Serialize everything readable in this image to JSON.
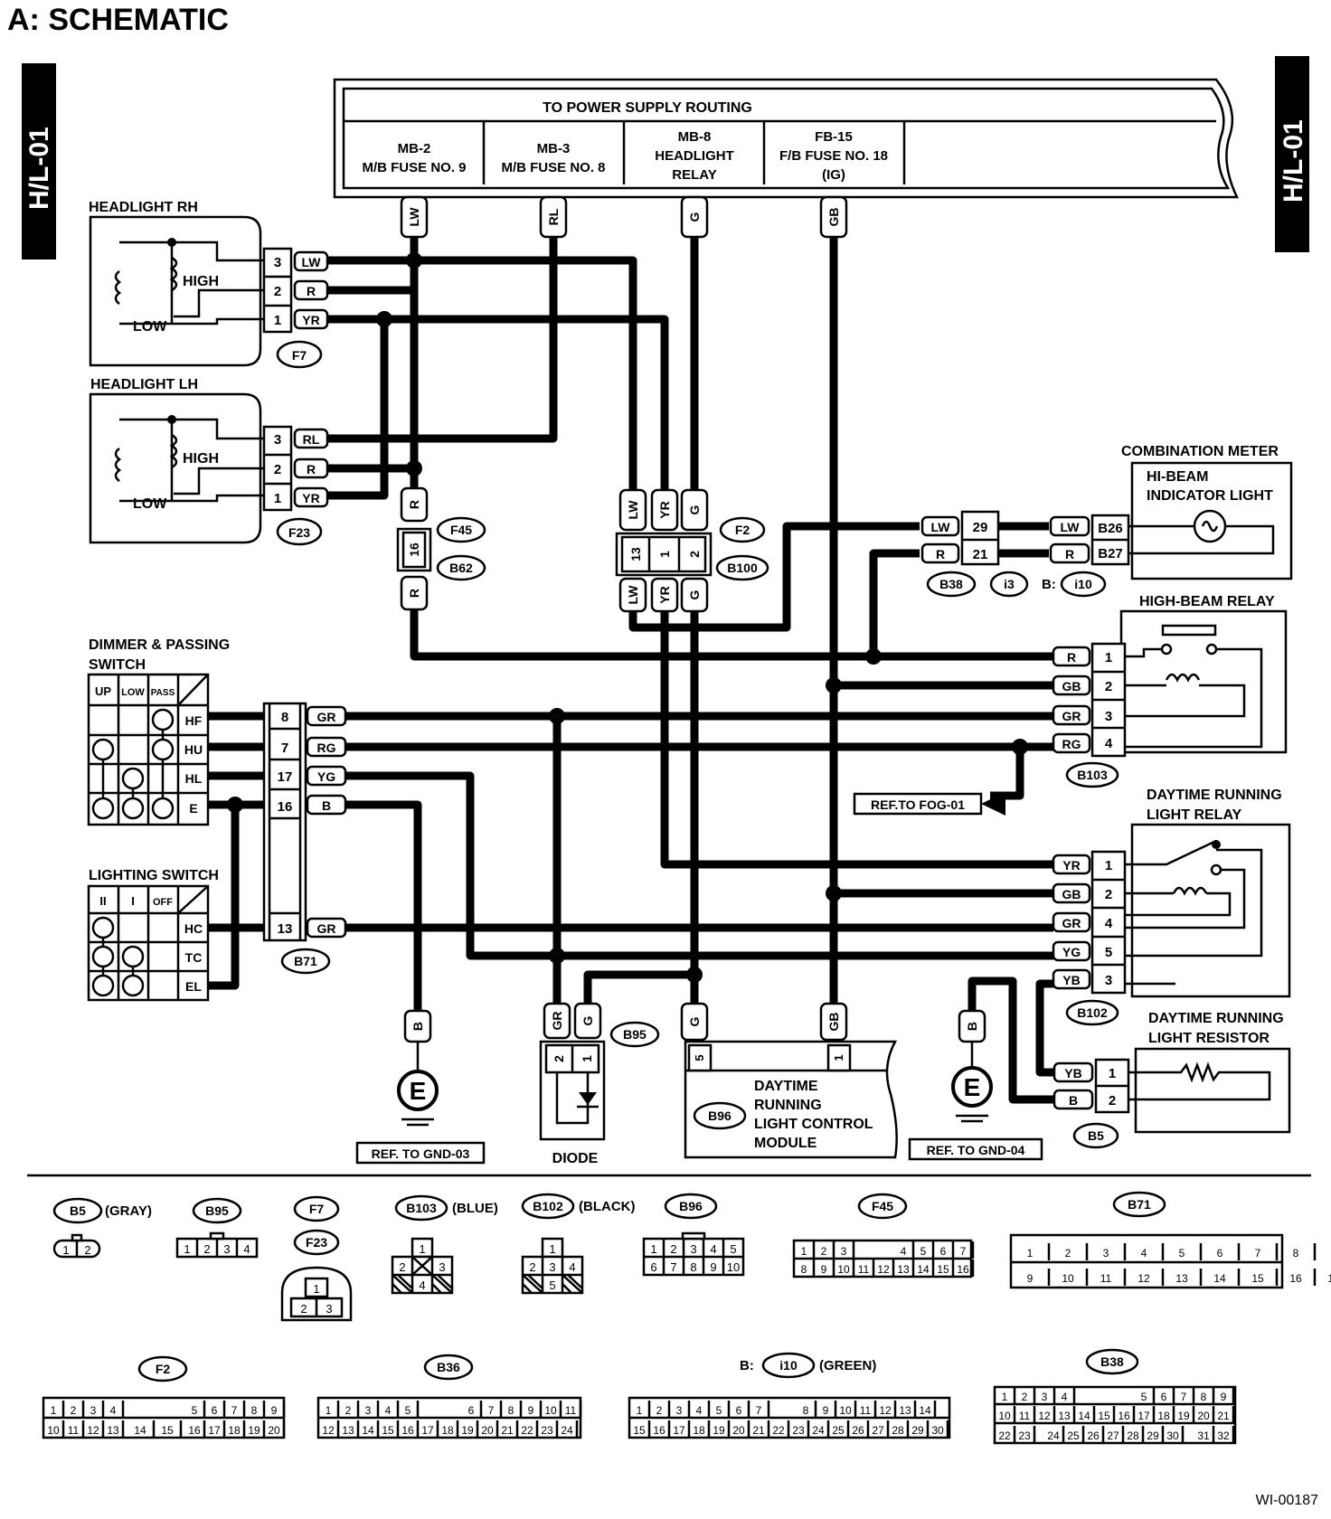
{
  "title": "A:  SCHEMATIC",
  "page_tag": "H/L-01",
  "doc_id": "WI-00187",
  "power": {
    "header": "TO POWER SUPPLY ROUTING",
    "cols": [
      {
        "l1": "MB-2",
        "l2": "M/B FUSE NO. 9",
        "l3": ""
      },
      {
        "l1": "MB-3",
        "l2": "M/B FUSE NO. 8",
        "l3": ""
      },
      {
        "l1": "MB-8",
        "l2": "HEADLIGHT",
        "l3": "RELAY"
      },
      {
        "l1": "FB-15",
        "l2": "F/B FUSE NO. 18",
        "l3": "(IG)"
      }
    ]
  },
  "components": {
    "headlight_rh": "HEADLIGHT RH",
    "headlight_lh": "HEADLIGHT LH",
    "high": "HIGH",
    "low": "LOW",
    "combination_meter": "COMBINATION METER",
    "hibeam_l1": "HI-BEAM",
    "hibeam_l2": "INDICATOR LIGHT",
    "high_beam_relay": "HIGH-BEAM RELAY",
    "dimmer_l1": "DIMMER & PASSING",
    "dimmer_l2": "SWITCH",
    "lighting_switch": "LIGHTING SWITCH",
    "drl_relay_l1": "DAYTIME RUNNING",
    "drl_relay_l2": "LIGHT RELAY",
    "drl_resistor_l1": "DAYTIME RUNNING",
    "drl_resistor_l2": "LIGHT RESISTOR",
    "drl_module_l1": "DAYTIME",
    "drl_module_l2": "RUNNING",
    "drl_module_l3": "LIGHT CONTROL",
    "drl_module_l4": "MODULE",
    "diode": "DIODE",
    "ground": "E"
  },
  "dimmer_table": {
    "head": [
      "UP",
      "LOW",
      "PASS"
    ],
    "rows": [
      "HF",
      "HU",
      "HL",
      "E"
    ]
  },
  "lighting_table": {
    "head": [
      "II",
      "I",
      "OFF"
    ],
    "rows": [
      "HC",
      "TC",
      "EL"
    ]
  },
  "refs": {
    "fog": "REF.TO FOG-01",
    "gnd3": "REF. TO GND-03",
    "gnd4": "REF. TO GND-04"
  },
  "wires": {
    "lw": "LW",
    "rl": "RL",
    "g": "G",
    "gb": "GB",
    "r": "R",
    "yr": "YR",
    "gr": "GR",
    "rg": "RG",
    "yg": "YG",
    "b": "B",
    "yb": "YB"
  },
  "pins": {
    "p1": "1",
    "p2": "2",
    "p3": "3",
    "p4": "4",
    "p5": "5",
    "p7": "7",
    "p8": "8",
    "p13": "13",
    "p16": "16",
    "p17": "17",
    "p21": "21",
    "p29": "29"
  },
  "connectors": {
    "f7": "F7",
    "f23": "F23",
    "f45": "F45",
    "b62": "B62",
    "f2": "F2",
    "b100": "B100",
    "b38": "B38",
    "i3": "i3",
    "b_prefix": "B:",
    "i10": "i10",
    "b26": "B26",
    "b27": "B27",
    "b103": "B103",
    "b71": "B71",
    "b102": "B102",
    "b95": "B95",
    "b96": "B96",
    "b5": "B5"
  },
  "legend": {
    "b5_color": "(GRAY)",
    "b103_color": "(BLUE)",
    "b102_color": "(BLACK)",
    "i10_color": "(GREEN)"
  }
}
